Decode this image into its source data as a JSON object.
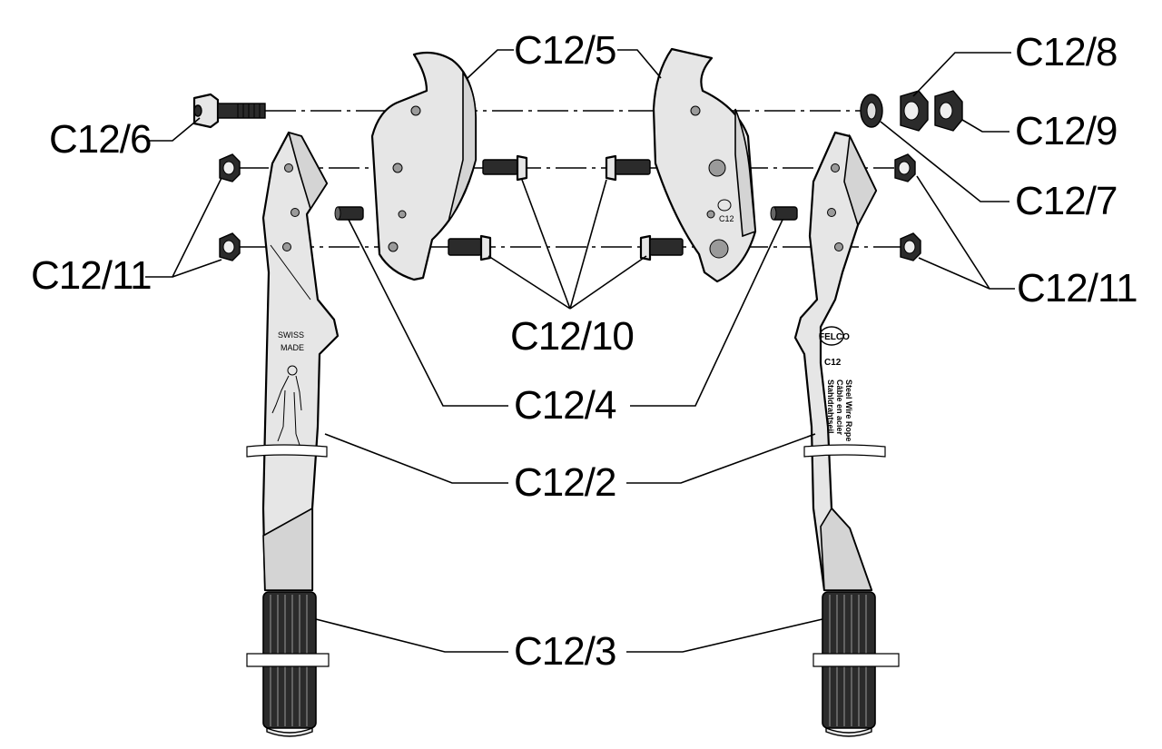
{
  "labels": {
    "c12_2": "C12/2",
    "c12_3": "C12/3",
    "c12_4": "C12/4",
    "c12_5": "C12/5",
    "c12_6": "C12/6",
    "c12_7": "C12/7",
    "c12_8": "C12/8",
    "c12_9": "C12/9",
    "c12_10": "C12/10",
    "c12_11_left": "C12/11",
    "c12_11_right": "C12/11"
  },
  "markings": {
    "left_handle_line1": "SWISS",
    "left_handle_line2": "MADE",
    "brand": "FELCO",
    "model": "C12",
    "blade_model": "C12",
    "right_handle_text1": "Steel Wire Rope",
    "right_handle_text2": "Câble en acier",
    "right_handle_text3": "Stahldrahtseil"
  }
}
